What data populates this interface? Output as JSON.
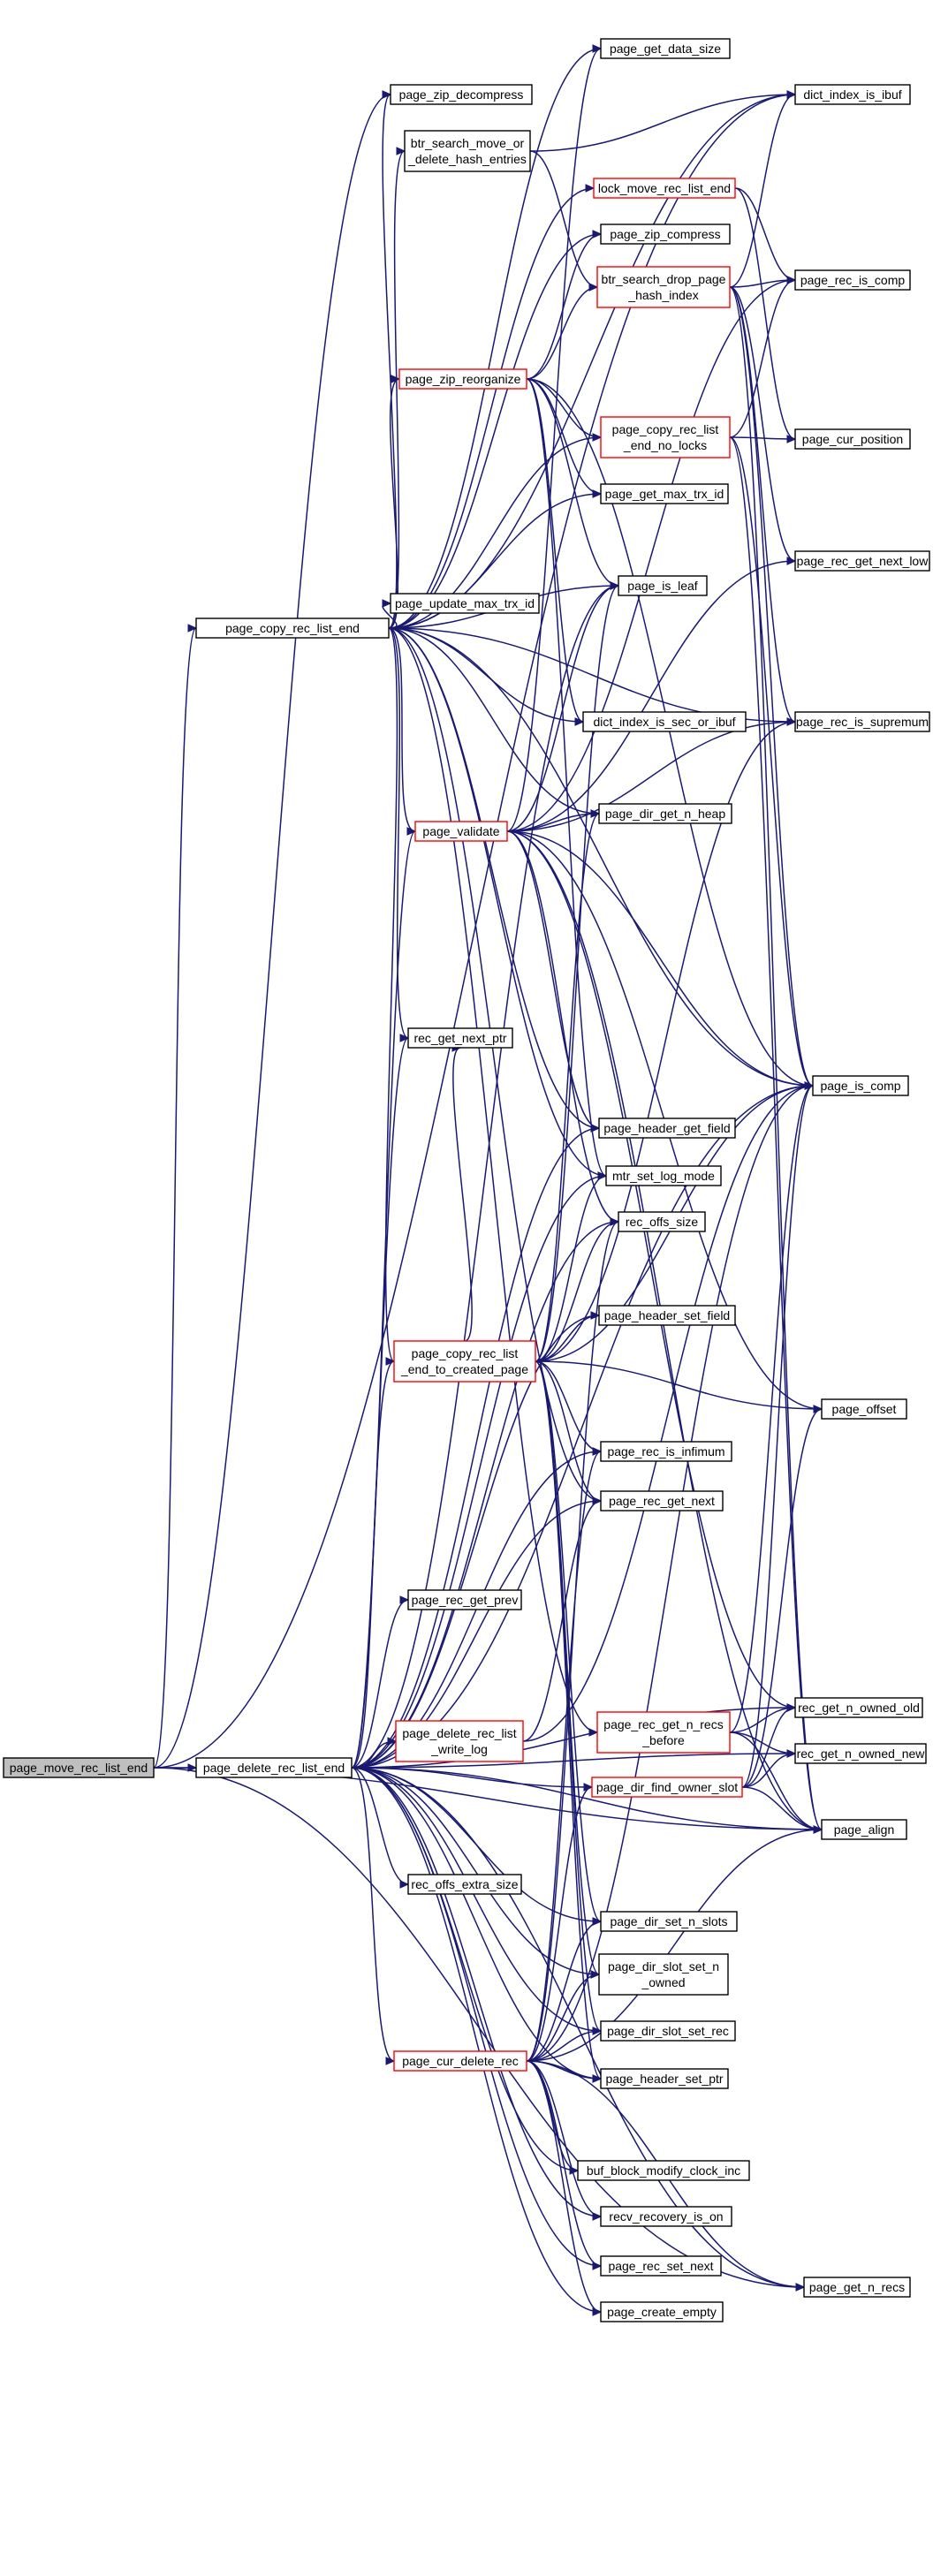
{
  "graph": {
    "edge_color": "#191970",
    "highlight_color": "#ff0000",
    "root_fill": "#bfbfbf",
    "nodes": [
      {
        "id": "root",
        "lines": [
          "page_move_rec_list_end"
        ],
        "style": "root"
      },
      {
        "id": "pdrle",
        "lines": [
          "page_delete_rec_list_end"
        ],
        "style": "normal"
      },
      {
        "id": "pcrle",
        "lines": [
          "page_copy_rec_list_end"
        ],
        "style": "normal"
      },
      {
        "id": "pzd",
        "lines": [
          "page_zip_decompress"
        ],
        "style": "normal"
      },
      {
        "id": "bsmd",
        "lines": [
          "btr_search_move_or",
          "_delete_hash_entries"
        ],
        "style": "normal"
      },
      {
        "id": "pzr",
        "lines": [
          "page_zip_reorganize"
        ],
        "style": "red"
      },
      {
        "id": "pumt",
        "lines": [
          "page_update_max_trx_id"
        ],
        "style": "normal"
      },
      {
        "id": "pval",
        "lines": [
          "page_validate"
        ],
        "style": "red"
      },
      {
        "id": "rgnp",
        "lines": [
          "rec_get_next_ptr"
        ],
        "style": "normal"
      },
      {
        "id": "pcrlecp",
        "lines": [
          "page_copy_rec_list",
          "_end_to_created_page"
        ],
        "style": "red"
      },
      {
        "id": "prgp",
        "lines": [
          "page_rec_get_prev"
        ],
        "style": "normal"
      },
      {
        "id": "pdrlwl",
        "lines": [
          "page_delete_rec_list",
          "_write_log"
        ],
        "style": "red"
      },
      {
        "id": "roes",
        "lines": [
          "rec_offs_extra_size"
        ],
        "style": "normal"
      },
      {
        "id": "pcdr",
        "lines": [
          "page_cur_delete_rec"
        ],
        "style": "red"
      },
      {
        "id": "pgds",
        "lines": [
          "page_get_data_size"
        ],
        "style": "normal"
      },
      {
        "id": "lmrle",
        "lines": [
          "lock_move_rec_list_end"
        ],
        "style": "red"
      },
      {
        "id": "pzc",
        "lines": [
          "page_zip_compress"
        ],
        "style": "normal"
      },
      {
        "id": "bsdph",
        "lines": [
          "btr_search_drop_page",
          "_hash_index"
        ],
        "style": "red"
      },
      {
        "id": "pcrlenl",
        "lines": [
          "page_copy_rec_list",
          "_end_no_locks"
        ],
        "style": "red"
      },
      {
        "id": "pgmt",
        "lines": [
          "page_get_max_trx_id"
        ],
        "style": "normal"
      },
      {
        "id": "pil",
        "lines": [
          "page_is_leaf"
        ],
        "style": "normal"
      },
      {
        "id": "diisoi",
        "lines": [
          "dict_index_is_sec_or_ibuf"
        ],
        "style": "normal"
      },
      {
        "id": "pdgnh",
        "lines": [
          "page_dir_get_n_heap"
        ],
        "style": "normal"
      },
      {
        "id": "phgf",
        "lines": [
          "page_header_get_field"
        ],
        "style": "normal"
      },
      {
        "id": "mslm",
        "lines": [
          "mtr_set_log_mode"
        ],
        "style": "normal"
      },
      {
        "id": "ros",
        "lines": [
          "rec_offs_size"
        ],
        "style": "normal"
      },
      {
        "id": "phsf",
        "lines": [
          "page_header_set_field"
        ],
        "style": "normal"
      },
      {
        "id": "prii",
        "lines": [
          "page_rec_is_infimum"
        ],
        "style": "normal"
      },
      {
        "id": "prgn",
        "lines": [
          "page_rec_get_next"
        ],
        "style": "normal"
      },
      {
        "id": "prgnrb",
        "lines": [
          "page_rec_get_n_recs",
          "_before"
        ],
        "style": "red"
      },
      {
        "id": "pdfos",
        "lines": [
          "page_dir_find_owner_slot"
        ],
        "style": "red"
      },
      {
        "id": "pdsns",
        "lines": [
          "page_dir_set_n_slots"
        ],
        "style": "normal"
      },
      {
        "id": "pdssno",
        "lines": [
          "page_dir_slot_set_n",
          "_owned"
        ],
        "style": "normal"
      },
      {
        "id": "pdssr",
        "lines": [
          "page_dir_slot_set_rec"
        ],
        "style": "normal"
      },
      {
        "id": "phsp",
        "lines": [
          "page_header_set_ptr"
        ],
        "style": "normal"
      },
      {
        "id": "bbmci",
        "lines": [
          "buf_block_modify_clock_inc"
        ],
        "style": "normal"
      },
      {
        "id": "rrio",
        "lines": [
          "recv_recovery_is_on"
        ],
        "style": "normal"
      },
      {
        "id": "prsn",
        "lines": [
          "page_rec_set_next"
        ],
        "style": "normal"
      },
      {
        "id": "pce",
        "lines": [
          "page_create_empty"
        ],
        "style": "normal"
      },
      {
        "id": "diii",
        "lines": [
          "dict_index_is_ibuf"
        ],
        "style": "normal"
      },
      {
        "id": "pric",
        "lines": [
          "page_rec_is_comp"
        ],
        "style": "normal"
      },
      {
        "id": "pcp",
        "lines": [
          "page_cur_position"
        ],
        "style": "normal"
      },
      {
        "id": "prgnl",
        "lines": [
          "page_rec_get_next_low"
        ],
        "style": "normal"
      },
      {
        "id": "pris",
        "lines": [
          "page_rec_is_supremum"
        ],
        "style": "normal"
      },
      {
        "id": "pic",
        "lines": [
          "page_is_comp"
        ],
        "style": "normal"
      },
      {
        "id": "poff",
        "lines": [
          "page_offset"
        ],
        "style": "normal"
      },
      {
        "id": "rgnoo",
        "lines": [
          "rec_get_n_owned_old"
        ],
        "style": "normal"
      },
      {
        "id": "rgnon",
        "lines": [
          "rec_get_n_owned_new"
        ],
        "style": "normal"
      },
      {
        "id": "pal",
        "lines": [
          "page_align"
        ],
        "style": "normal"
      },
      {
        "id": "pgnr",
        "lines": [
          "page_get_n_recs"
        ],
        "style": "normal"
      }
    ],
    "edges": [
      [
        "root",
        "pdrle"
      ],
      [
        "root",
        "pcrle"
      ],
      [
        "root",
        "pzd"
      ],
      [
        "root",
        "diii"
      ],
      [
        "root",
        "pal"
      ],
      [
        "root",
        "pgnr"
      ],
      [
        "pcrle",
        "pzd"
      ],
      [
        "pcrle",
        "bsmd"
      ],
      [
        "pcrle",
        "pzr"
      ],
      [
        "pcrle",
        "pumt"
      ],
      [
        "pcrle",
        "pval"
      ],
      [
        "pcrle",
        "rgnp"
      ],
      [
        "pcrle",
        "pcrlecp"
      ],
      [
        "pcrle",
        "pgds"
      ],
      [
        "pcrle",
        "lmrle"
      ],
      [
        "pcrle",
        "pzc"
      ],
      [
        "pcrle",
        "pcrlenl"
      ],
      [
        "pcrle",
        "pgmt"
      ],
      [
        "pcrle",
        "pil"
      ],
      [
        "pcrle",
        "diisoi"
      ],
      [
        "pcrle",
        "pdgnh"
      ],
      [
        "pcrle",
        "phgf"
      ],
      [
        "pcrle",
        "mslm"
      ],
      [
        "pcrle",
        "prgn"
      ],
      [
        "pcrle",
        "diii"
      ],
      [
        "pcrle",
        "pris"
      ],
      [
        "pcrle",
        "pic"
      ],
      [
        "pcrle",
        "prgnrb"
      ],
      [
        "bsmd",
        "bsdph"
      ],
      [
        "bsmd",
        "diii"
      ],
      [
        "lmrle",
        "pric"
      ],
      [
        "lmrle",
        "pcp"
      ],
      [
        "pzr",
        "pzc"
      ],
      [
        "pzr",
        "bsdph"
      ],
      [
        "pzr",
        "pcrlenl"
      ],
      [
        "pzr",
        "pgmt"
      ],
      [
        "pzr",
        "pil"
      ],
      [
        "pzr",
        "diisoi"
      ],
      [
        "pzr",
        "mslm"
      ],
      [
        "pzr",
        "pic"
      ],
      [
        "bsdph",
        "diii"
      ],
      [
        "bsdph",
        "pric"
      ],
      [
        "bsdph",
        "prgnl"
      ],
      [
        "bsdph",
        "pris"
      ],
      [
        "bsdph",
        "pic"
      ],
      [
        "bsdph",
        "pal"
      ],
      [
        "pcrlenl",
        "pric"
      ],
      [
        "pcrlenl",
        "pcp"
      ],
      [
        "pcrlenl",
        "pic"
      ],
      [
        "pcrlenl",
        "pal"
      ],
      [
        "pval",
        "pgds"
      ],
      [
        "pval",
        "pil"
      ],
      [
        "pval",
        "pdgnh"
      ],
      [
        "pval",
        "pric"
      ],
      [
        "pval",
        "pris"
      ],
      [
        "pval",
        "prgnl"
      ],
      [
        "pval",
        "pic"
      ],
      [
        "pval",
        "poff"
      ],
      [
        "pval",
        "rgnoo"
      ],
      [
        "pval",
        "phgf"
      ],
      [
        "pval",
        "ros"
      ],
      [
        "pval",
        "pal"
      ],
      [
        "pcrlecp",
        "pil"
      ],
      [
        "pcrlecp",
        "pdgnh"
      ],
      [
        "pcrlecp",
        "phsf"
      ],
      [
        "pcrlecp",
        "prii"
      ],
      [
        "pcrlecp",
        "prgn"
      ],
      [
        "pcrlecp",
        "mslm"
      ],
      [
        "pcrlecp",
        "ros"
      ],
      [
        "pcrlecp",
        "pic"
      ],
      [
        "pcrlecp",
        "poff"
      ],
      [
        "pcrlecp",
        "pdsns"
      ],
      [
        "pcrlecp",
        "pdssno"
      ],
      [
        "pcrlecp",
        "pdssr"
      ],
      [
        "pcrlecp",
        "phsp"
      ],
      [
        "pcrlecp",
        "rgnp"
      ],
      [
        "pcrlecp",
        "pris"
      ],
      [
        "pdrle",
        "prgp"
      ],
      [
        "pdrle",
        "pdrlwl"
      ],
      [
        "pdrle",
        "roes"
      ],
      [
        "pdrle",
        "pcdr"
      ],
      [
        "pdrle",
        "rgnp"
      ],
      [
        "pdrle",
        "phgf"
      ],
      [
        "pdrle",
        "mslm"
      ],
      [
        "pdrle",
        "ros"
      ],
      [
        "pdrle",
        "phsf"
      ],
      [
        "pdrle",
        "prii"
      ],
      [
        "pdrle",
        "prgn"
      ],
      [
        "pdrle",
        "pdfos"
      ],
      [
        "pdrle",
        "pdsns"
      ],
      [
        "pdrle",
        "pdssno"
      ],
      [
        "pdrle",
        "pdssr"
      ],
      [
        "pdrle",
        "phsp"
      ],
      [
        "pdrle",
        "bbmci"
      ],
      [
        "pdrle",
        "rrio"
      ],
      [
        "pdrle",
        "prsn"
      ],
      [
        "pdrle",
        "pce"
      ],
      [
        "pdrle",
        "pal"
      ],
      [
        "pdrle",
        "pgnr"
      ],
      [
        "pdrle",
        "pic"
      ],
      [
        "pdrle",
        "rgnoo"
      ],
      [
        "pdrle",
        "rgnon"
      ],
      [
        "pdrle",
        "pcrlecp"
      ],
      [
        "pdrle",
        "pval"
      ],
      [
        "pdrle",
        "pil"
      ],
      [
        "pdrlwl",
        "pic"
      ],
      [
        "pdrlwl",
        "prgn"
      ],
      [
        "prgnrb",
        "rgnoo"
      ],
      [
        "prgnrb",
        "rgnon"
      ],
      [
        "prgnrb",
        "pic"
      ],
      [
        "prgnrb",
        "pal"
      ],
      [
        "pdfos",
        "pic"
      ],
      [
        "pdfos",
        "poff"
      ],
      [
        "pdfos",
        "rgnoo"
      ],
      [
        "pdfos",
        "rgnon"
      ],
      [
        "pdfos",
        "pal"
      ],
      [
        "pcdr",
        "pdfos"
      ],
      [
        "pcdr",
        "pdsns"
      ],
      [
        "pcdr",
        "pdssno"
      ],
      [
        "pcdr",
        "pdssr"
      ],
      [
        "pcdr",
        "phsp"
      ],
      [
        "pcdr",
        "bbmci"
      ],
      [
        "pcdr",
        "rrio"
      ],
      [
        "pcdr",
        "prsn"
      ],
      [
        "pcdr",
        "pce"
      ],
      [
        "pcdr",
        "pgnr"
      ],
      [
        "pcdr",
        "pic"
      ],
      [
        "pcdr",
        "pal"
      ],
      [
        "pcdr",
        "prii"
      ],
      [
        "pcdr",
        "ros"
      ]
    ]
  }
}
